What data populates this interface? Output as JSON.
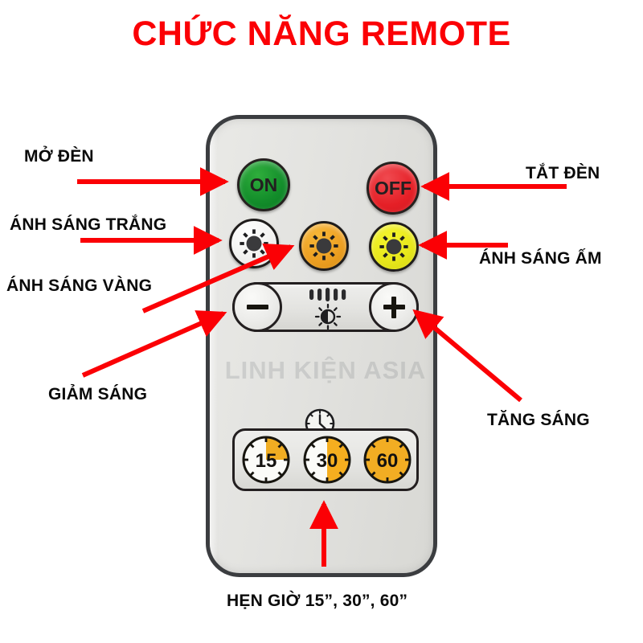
{
  "title": "CHỨC NĂNG REMOTE",
  "watermark": "LINH KIỆN ASIA",
  "remote": {
    "power_buttons": [
      {
        "id": "on",
        "label": "ON",
        "color": "#128c2a"
      },
      {
        "id": "off",
        "label": "OFF",
        "color": "#e51f26"
      }
    ],
    "color_buttons": [
      {
        "id": "white",
        "icon": "sun-icon",
        "color": "#ffffff"
      },
      {
        "id": "amber",
        "icon": "sun-icon",
        "color": "#eda023"
      },
      {
        "id": "yellow",
        "icon": "sun-icon",
        "color": "#e8e81c"
      }
    ],
    "dimmer": {
      "minus_label": "−",
      "plus_label": "+",
      "indicator_icon": "brightness-level-icon",
      "bars": 5
    },
    "clock_icon": "clock-icon",
    "timer_buttons": [
      {
        "id": "t15",
        "label": "15",
        "fill_fraction": 0.25,
        "fill_color": "#f0ad22"
      },
      {
        "id": "t30",
        "label": "30",
        "fill_fraction": 0.5,
        "fill_color": "#f5ae1f"
      },
      {
        "id": "t60",
        "label": "60",
        "fill_fraction": 1.0,
        "fill_color": "#f2ad23"
      }
    ]
  },
  "annotations": {
    "accent_color": "#fb0005",
    "left": [
      {
        "id": "on",
        "text": "MỞ ĐÈN"
      },
      {
        "id": "white-light",
        "text": "ÁNH SÁNG TRẮNG"
      },
      {
        "id": "yellow-light",
        "text": "ÁNH SÁNG VÀNG"
      },
      {
        "id": "dim-down",
        "text": "GIẢM SÁNG"
      }
    ],
    "right": [
      {
        "id": "off",
        "text": "TẮT ĐÈN"
      },
      {
        "id": "warm-light",
        "text": "ÁNH SÁNG ẤM"
      },
      {
        "id": "dim-up",
        "text": "TĂNG SÁNG"
      }
    ],
    "bottom": [
      {
        "id": "timer",
        "text": "HẸN GIỜ 15”, 30”, 60”"
      }
    ]
  }
}
